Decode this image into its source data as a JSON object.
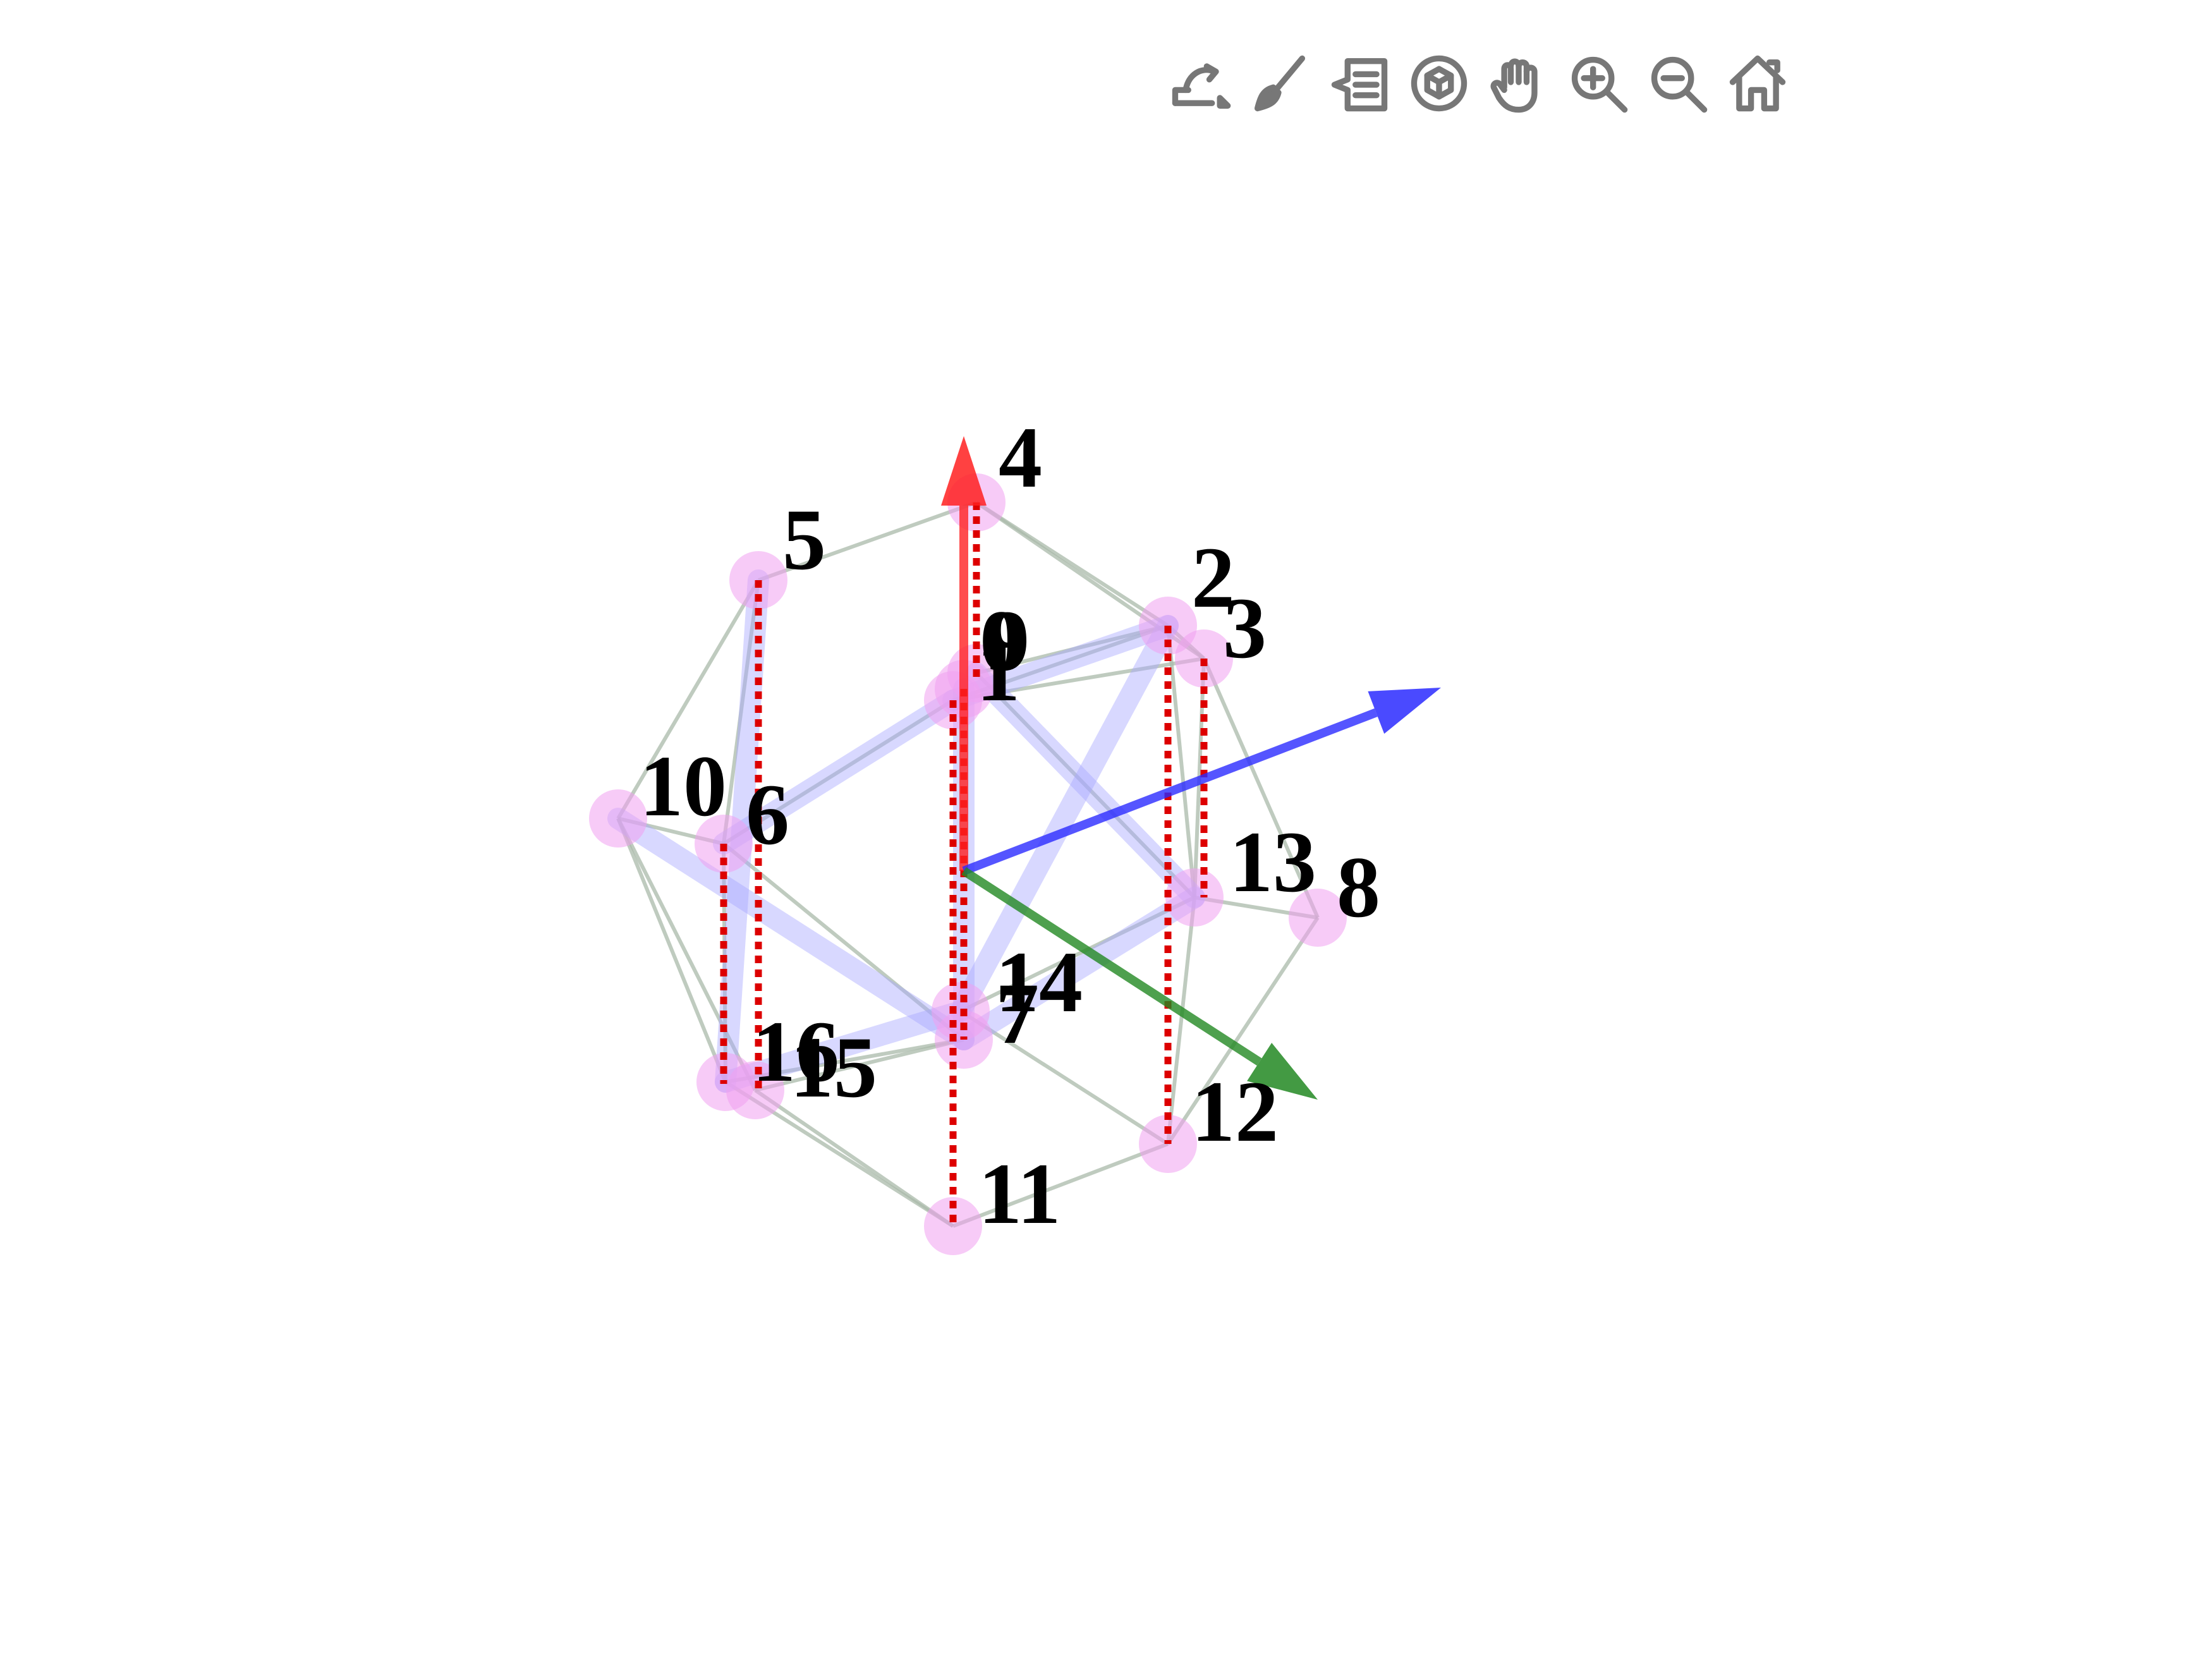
{
  "toolbar": [
    {
      "name": "orbit-rotation-icon"
    },
    {
      "name": "paintbrush-icon"
    },
    {
      "name": "hover-data-icon"
    },
    {
      "name": "reset-camera-icon"
    },
    {
      "name": "pan-hand-icon"
    },
    {
      "name": "zoom-in-icon"
    },
    {
      "name": "zoom-out-icon"
    },
    {
      "name": "home-icon"
    }
  ],
  "colors": {
    "edge": "#a9b9a9",
    "node": "#f0a0f0",
    "bond": "#a9a9ff",
    "dotted": "#dd0000",
    "axis_up": "#ff2020",
    "axis_right": "#2a2aff",
    "axis_down": "#228822"
  },
  "nodes": [
    {
      "label": "0"
    },
    {
      "label": "1"
    },
    {
      "label": "2"
    },
    {
      "label": "3"
    },
    {
      "label": "4"
    },
    {
      "label": "5"
    },
    {
      "label": "6"
    },
    {
      "label": "7"
    },
    {
      "label": "8"
    },
    {
      "label": "9"
    },
    {
      "label": "10"
    },
    {
      "label": "11"
    },
    {
      "label": "12"
    },
    {
      "label": "13"
    },
    {
      "label": "14"
    },
    {
      "label": "15"
    },
    {
      "label": "16"
    }
  ]
}
